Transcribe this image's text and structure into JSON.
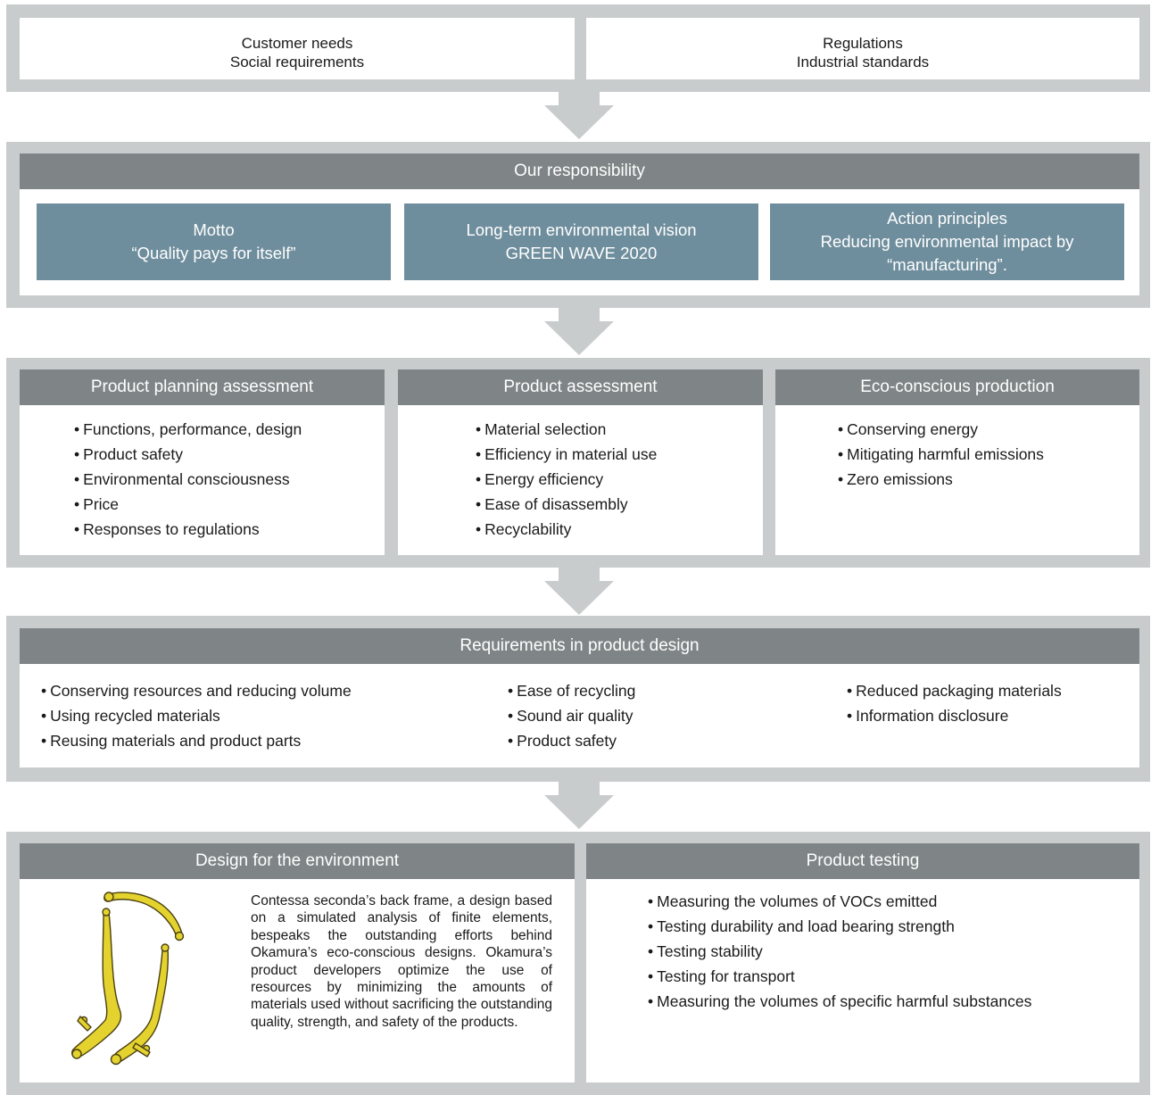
{
  "inputs": {
    "left_line1": "Customer needs",
    "left_line2": "Social requirements",
    "right_line1": "Regulations",
    "right_line2": "Industrial standards"
  },
  "responsibility": {
    "header": "Our responsibility",
    "motto_title": "Motto",
    "motto_text": "“Quality pays for itself”",
    "vision_title": "Long-term environmental vision",
    "vision_text": "GREEN WAVE 2020",
    "action_title": "Action principles",
    "action_line2": "Reducing environmental impact by",
    "action_line3": "“manufacturing”."
  },
  "assessments": {
    "planning": {
      "header": "Product planning assessment",
      "items": [
        "Functions, performance, design",
        "Product safety",
        "Environmental consciousness",
        "Price",
        "Responses to regulations"
      ]
    },
    "product": {
      "header": "Product assessment",
      "items": [
        "Material selection",
        "Efficiency in material use",
        "Energy efficiency",
        "Ease of disassembly",
        "Recyclability"
      ]
    },
    "production": {
      "header": "Eco-conscious production",
      "items": [
        "Conserving energy",
        "Mitigating harmful emissions",
        "Zero emissions"
      ]
    }
  },
  "requirements": {
    "header": "Requirements in product design",
    "col1": [
      "Conserving resources and reducing volume",
      "Using recycled materials",
      "Reusing materials and product parts"
    ],
    "col2": [
      "Ease of recycling",
      "Sound air quality",
      "Product safety"
    ],
    "col3": [
      "Reduced packaging materials",
      "Information disclosure"
    ]
  },
  "design": {
    "header": "Design for the environment",
    "description": "Contessa seconda’s back frame, a design based on a simulated analysis of finite elements, bespeaks the outstanding efforts behind Okamura’s eco-conscious designs. Okamura’s product developers optimize the use of resources by minimizing the amounts of materials used without sacrificing the outstanding quality, strength, and safety of the products."
  },
  "testing": {
    "header": "Product testing",
    "items": [
      "Measuring the volumes of VOCs emitted",
      "Testing durability and load bearing strength",
      "Testing stability",
      "Testing for transport",
      "Measuring the volumes of specific harmful substances"
    ]
  },
  "colors": {
    "band": "#c9cccd",
    "header": "#7f8586",
    "blue_box": "#6f8e9d",
    "frame_yellow": "#e4d22e"
  }
}
